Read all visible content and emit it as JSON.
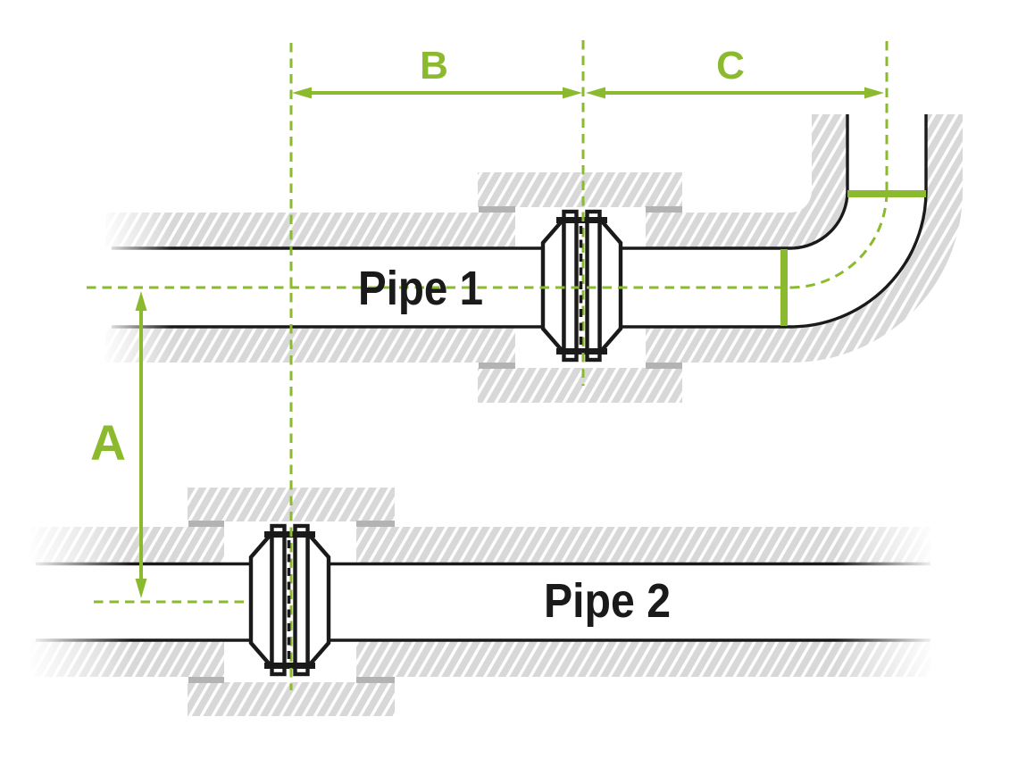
{
  "diagram": {
    "pipe_labels": {
      "pipe1": "Pipe 1",
      "pipe2": "Pipe 2"
    },
    "dimension_labels": {
      "a": "A",
      "b": "B",
      "c": "C"
    },
    "colors": {
      "accent_green": "#8cba2e",
      "wall_grey": "#d8d8d8",
      "hatch_white": "#ffffff",
      "shadow_grey": "#b3b3b3",
      "line_black": "#1a1a1a",
      "background": "#ffffff"
    }
  }
}
